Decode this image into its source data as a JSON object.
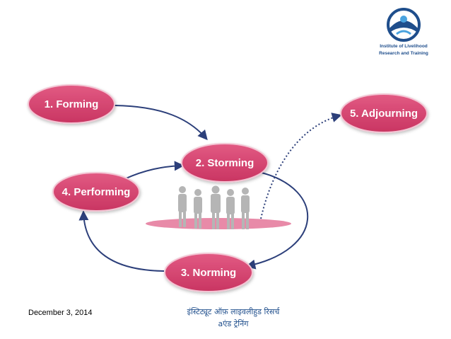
{
  "logo": {
    "line1": "Institute of Livelihood",
    "line2": "Research and Training"
  },
  "stages": {
    "forming": "1. Forming",
    "storming": "2. Storming",
    "norming": "3. Norming",
    "performing": "4. Performing",
    "adjourning": "5. Adjourning"
  },
  "footer": {
    "date": "December 3, 2014",
    "org_line1": "इंस्टिट्यूट ऑफ़ लाइवलीहुड रिसर्च",
    "org_line2": "aएंड ट्रेनिंग"
  },
  "colors": {
    "node_fill": "#d9456f",
    "arrow": "#2c3f7a",
    "platform": "#e88aa8",
    "figures": "#b5b5b5",
    "logo_blue": "#1f4e8c"
  }
}
